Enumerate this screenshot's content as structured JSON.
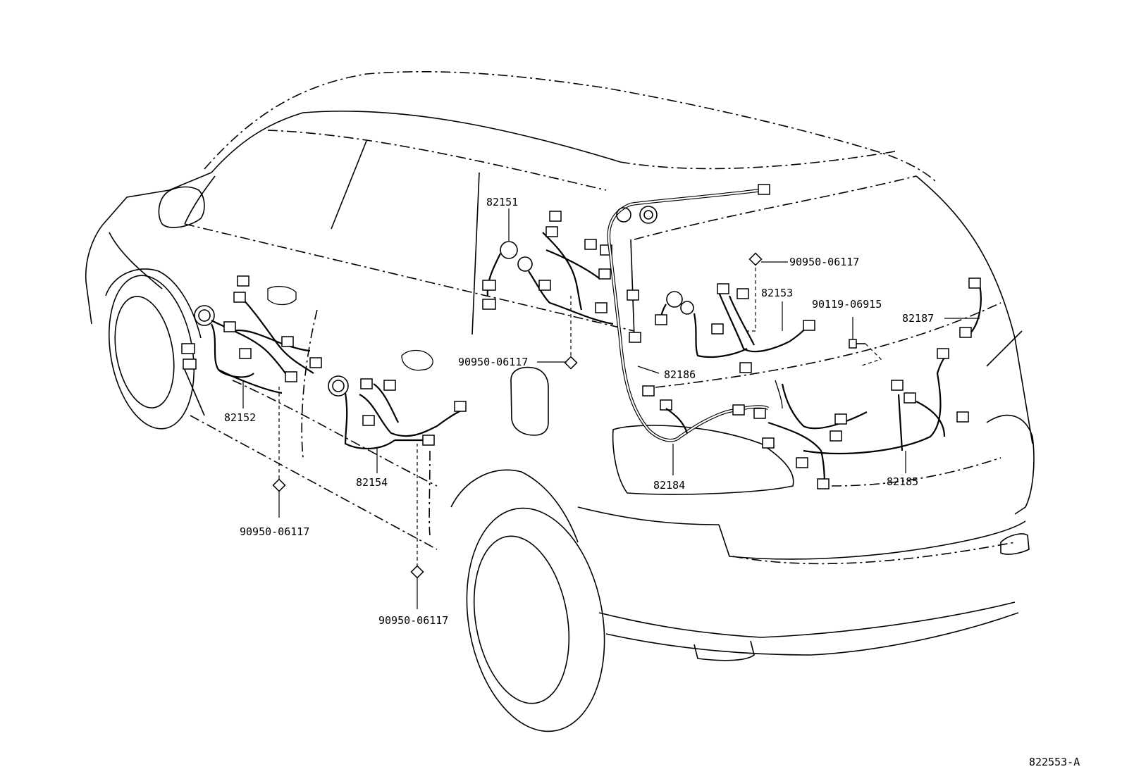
{
  "diagram": {
    "labels": {
      "p82151": "82151",
      "p82152": "82152",
      "p82153": "82153",
      "p82154": "82154",
      "p82184": "82184",
      "p82185": "82185",
      "p82186": "82186",
      "p82187": "82187",
      "clip_top_right": "90950-06117",
      "clip_mid": "90950-06117",
      "clip_left": "90950-06117",
      "clip_bottom": "90950-06117",
      "bolt": "90119-06915",
      "drawing_id": "822553-A"
    }
  }
}
